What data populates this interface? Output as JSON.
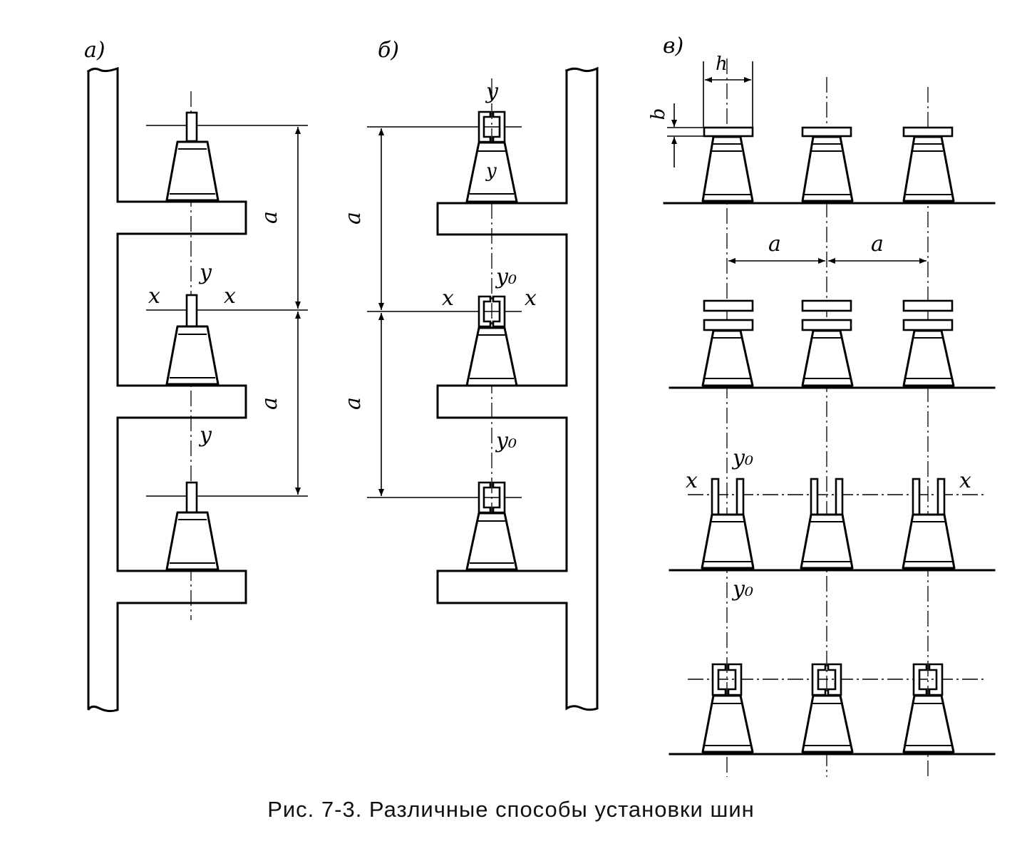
{
  "caption": "Рис. 7-3. Различные способы установки шин",
  "panels": {
    "a": {
      "tag": "а)",
      "dims": [
        "a",
        "a"
      ],
      "axis_labels": {
        "y_top": "y",
        "x_left": "x",
        "x_right": "x",
        "y_bottom": "y"
      }
    },
    "b": {
      "tag": "б)",
      "dims": [
        "a",
        "a"
      ],
      "axis_labels": {
        "y_top": "y",
        "y_inner": "y",
        "y0_top": "y₀",
        "x_left": "x",
        "x_right": "x",
        "y0_bottom": "y₀"
      }
    },
    "c": {
      "tag": "в)",
      "dims": [
        "a",
        "a"
      ],
      "h_label": "h",
      "b_label": "b",
      "axis_labels": {
        "y0_top": "y₀",
        "x_left": "x",
        "x_right": "x",
        "y0_bottom": "y₀"
      }
    }
  }
}
